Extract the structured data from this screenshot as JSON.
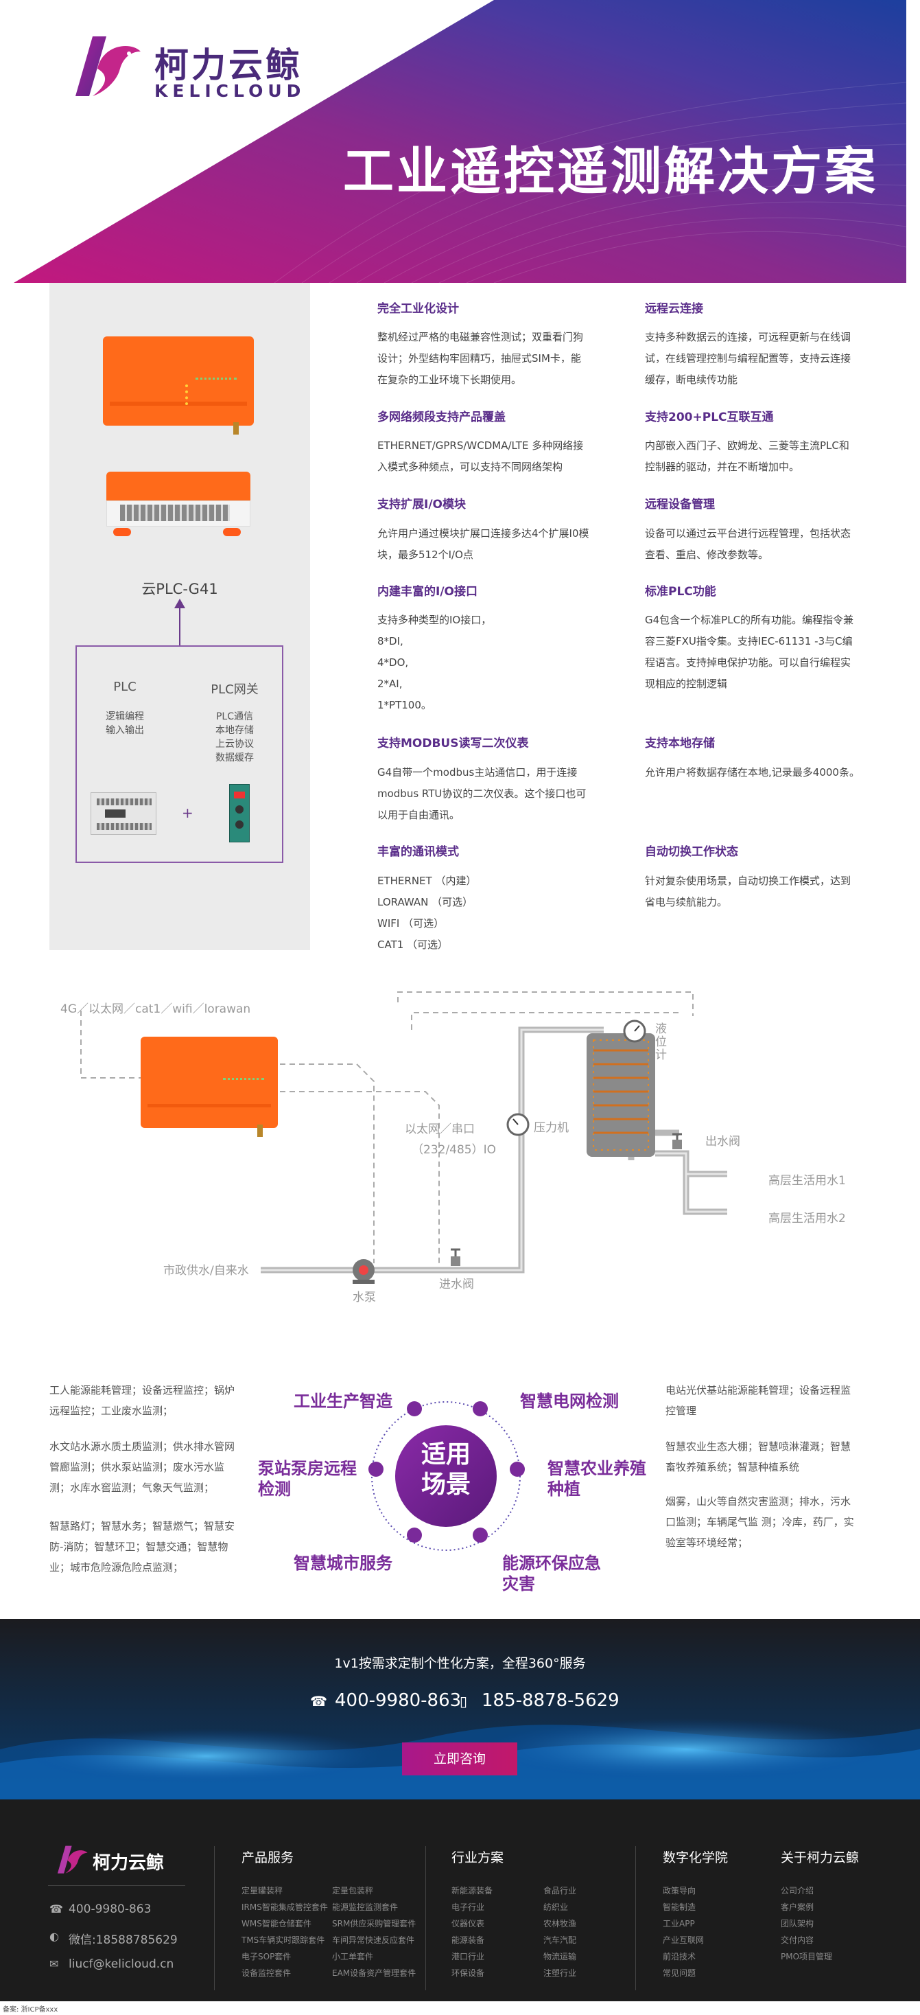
{
  "brand": {
    "cn": "柯力云鲸",
    "en": "KELICLOUD"
  },
  "hero": {
    "title": "工业遥控遥测解决方案"
  },
  "product": {
    "model": "云PLC-G41",
    "left_box": {
      "title": "PLC",
      "desc": [
        "逻辑编程",
        "输入输出"
      ]
    },
    "right_box": {
      "title": "PLC网关",
      "desc": [
        "PLC通信",
        "本地存储",
        "上云协议",
        "数据缓存"
      ]
    },
    "plus": "+"
  },
  "features_left": [
    {
      "title": "完全工业化设计",
      "lines": [
        "整机经过严格的电磁兼容性测试；双重看门狗",
        "设计；外型结构牢固精巧，抽屉式SIM卡，能",
        "在复杂的工业环境下长期使用。"
      ]
    },
    {
      "title": "多网络频段支持产品覆盖",
      "lines": [
        "ETHERNET/GPRS/WCDMA/LTE 多种网络接",
        "入模式多种频点，可以支持不同网络架构"
      ]
    },
    {
      "title": "支持扩展I/O模块",
      "lines": [
        "允许用户通过模块扩展口连接多达4个扩展I0模",
        "块，最多512个I/O点"
      ]
    },
    {
      "title": "内建丰富的I/O接口",
      "lines": [
        "支持多种类型的IO接口，",
        "8*DI,",
        "4*DO,",
        "2*AI,",
        "1*PT100。"
      ]
    },
    {
      "title": "支持MODBUS读写二次仪表",
      "lines": [
        "G4自带一个modbus主站通信口，用于连接",
        "modbus RTU协议的二次仪表。这个接口也可",
        "以用于自由通讯。"
      ]
    },
    {
      "title": "丰富的通讯模式",
      "lines": [
        "ETHERNET （内建）",
        "LORAWAN （可选）",
        "WIFI （可选）",
        "CAT1 （可选）"
      ]
    }
  ],
  "features_right": [
    {
      "title": "远程云连接",
      "lines": [
        "支持多种数据云的连接，可远程更新与在线调",
        "试，在线管理控制与编程配置等，支持云连接",
        "缓存，断电续传功能"
      ]
    },
    {
      "title": "支持200+PLC互联互通",
      "lines": [
        "内部嵌入西门子、欧姆龙、三菱等主流PLC和",
        "控制器的驱动，并在不断增加中。"
      ]
    },
    {
      "title": "远程设备管理",
      "lines": [
        "设备可以通过云平台进行远程管理，包括状态",
        "查看、重启、修改参数等。"
      ]
    },
    {
      "title": "标准PLC功能",
      "lines": [
        "G4包含一个标准PLC的所有功能。编程指令兼",
        "容三菱FXU指令集。支持IEC-61131 -3与C编",
        "程语言。支持掉电保护功能。可以自行编程实",
        "现相应的控制逻辑"
      ]
    },
    {
      "title": "支持本地存储",
      "lines": [
        "允许用户将数据存储在本地,记录最多4000条。"
      ]
    },
    {
      "title": "自动切换工作状态",
      "lines": [
        "针对复杂使用场景，自动切换工作模式，达到",
        "省电与续航能力。"
      ]
    }
  ],
  "diagram": {
    "net_label": "4G／以太网／cat1／wifi／lorawan",
    "eth_label": "以太网／串口",
    "eth_sub": "（232/485）IO",
    "pressure": "压力机",
    "level": "液位计",
    "outlet_valve": "出水阀",
    "high_water_1": "高层生活用水1",
    "high_water_2": "高层生活用水2",
    "city_water": "市政供水/自来水",
    "pump": "水泵",
    "inlet_valve": "进水阀"
  },
  "applications": {
    "center": [
      "适用",
      "场景"
    ],
    "nodes": [
      "工业生产智造",
      "智慧电网检测",
      "泵站泵房远程",
      "检测",
      "智慧农业养殖",
      "种植",
      "智慧城市服务",
      "能源环保应急",
      "灾害"
    ],
    "left_texts": [
      [
        "工人能源能耗管理；设备远程监控；锅炉",
        "远程监控；工业废水监测；"
      ],
      [
        "水文站水源水质土质监测；供水排水管网",
        "管廊监测；供水泵站监测；废水污水监",
        "测；水库水窖监测；气象天气监测；"
      ],
      [
        "智慧路灯；智慧水务；智慧燃气；智慧安",
        "防-消防；智慧环卫；智慧交通；智慧物",
        "业；城市危险源危险点监测；"
      ]
    ],
    "right_texts": [
      [
        "电站光伏基站能源能耗管理；设备远程监",
        "控管理"
      ],
      [
        "智慧农业生态大棚；智慧喷淋灌溉；智慧",
        "畜牧养殖系统；智慧种植系统"
      ],
      [
        "烟雾，山火等自然灾害监测；排水，污水",
        "口监测；车辆尾气监 测；冷库，药厂，实",
        "验室等环境经常；"
      ]
    ]
  },
  "cta": {
    "slogan": "1v1按需求定制个性化方案，全程360°服务",
    "phone1": "400-9980-863",
    "phone2": "185-8878-5629",
    "button": "立即咨询"
  },
  "footer": {
    "contacts": [
      "400-9980-863",
      "微信:18588785629",
      "liucf@kelicloud.cn"
    ],
    "columns": [
      {
        "title": "产品服务",
        "links": [
          "定量罐装秤",
          "定量包装秤",
          "IRMS智能集成管控套件",
          "能源监控监测套件",
          "WMS智能仓储套件",
          "SRM供应采购管理套件",
          "TMS车辆实时跟踪套件",
          "车间异常快速反应套件",
          "电子SOP套件",
          "小工单套件",
          "设备监控套件",
          "EAM设备资产管理套件"
        ]
      },
      {
        "title": "行业方案",
        "links": [
          "新能源装备",
          "食品行业",
          "电子行业",
          "纺织业",
          "仪器仪表",
          "农林牧渔",
          "能源装备",
          "汽车汽配",
          "港口行业",
          "物流运输",
          "环保设备",
          "注塑行业"
        ]
      },
      {
        "title": "数字化学院",
        "links": [
          "政策导向",
          "智能制造",
          "工业APP",
          "产业互联网",
          "前沿技术",
          "常见问题"
        ]
      },
      {
        "title": "关于柯力云鲸",
        "links": [
          "公司介绍",
          "客户案例",
          "团队架构",
          "交付内容",
          "PMO项目管理"
        ]
      }
    ],
    "bottom": "备案: 浙ICP备xxx"
  }
}
